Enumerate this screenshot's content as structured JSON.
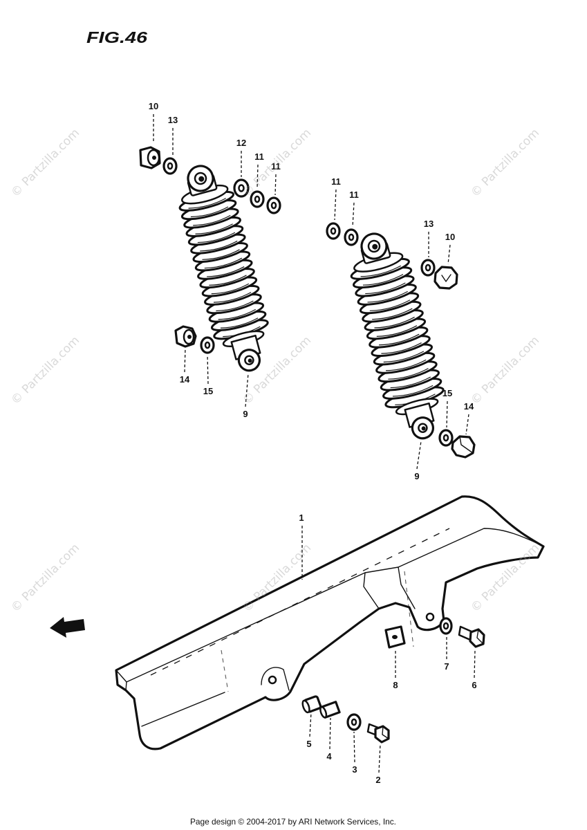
{
  "figure": {
    "title": "FIG.46"
  },
  "callouts": [
    "10",
    "13",
    "12",
    "11",
    "11",
    "11",
    "11",
    "13",
    "10",
    "14",
    "15",
    "9",
    "15",
    "14",
    "9",
    "1",
    "8",
    "7",
    "6",
    "5",
    "4",
    "3",
    "2"
  ],
  "watermark": {
    "text": "© Partzilla.com"
  },
  "footer": {
    "text": "Page design © 2004-2017 by ARI Network Services, Inc."
  },
  "colors": {
    "ink": "#111111",
    "paper": "#ffffff",
    "watermark": "#9a9a9a"
  }
}
